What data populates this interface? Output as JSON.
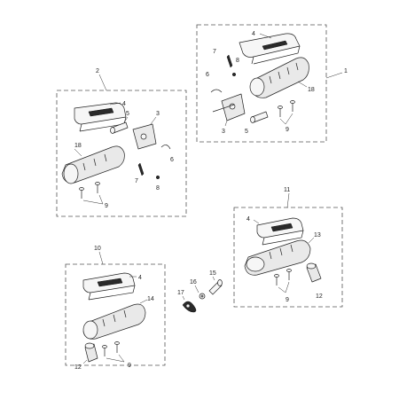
{
  "diagram": {
    "labels": {
      "group_right": "1",
      "group_left": "2",
      "group_lower_right": "11",
      "group_lower_left": "10",
      "cover": "4",
      "bracket": "3",
      "pin": "5",
      "clip": "6",
      "spring": "7",
      "ball": "8",
      "bolt": "9",
      "rubber": "12",
      "footrest_13": "13",
      "footrest_14": "14",
      "pivot_pin": "15",
      "washer": "16",
      "spring_17": "17",
      "footrest_18": "18"
    }
  }
}
